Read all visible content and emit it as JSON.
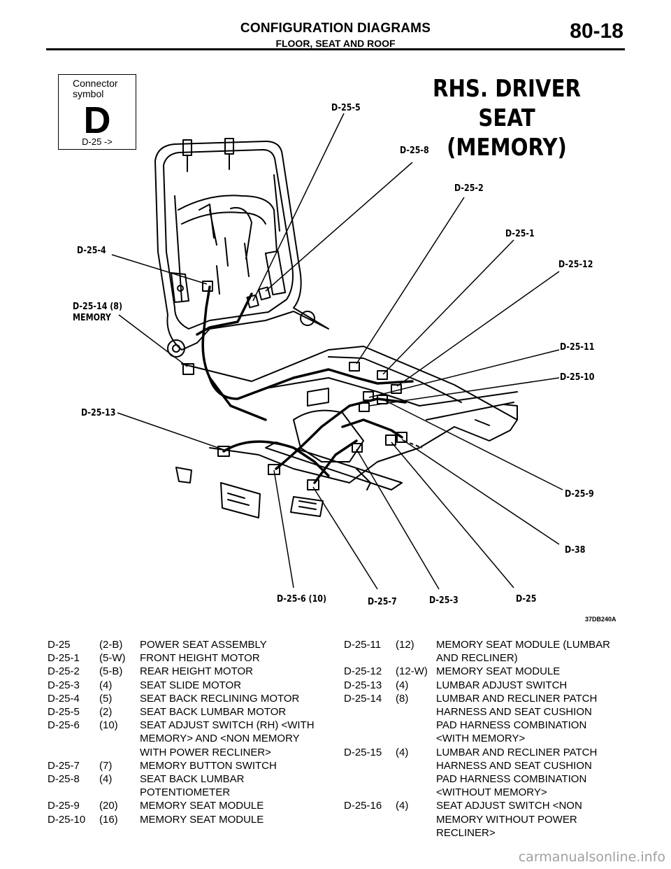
{
  "header": {
    "title": "CONFIGURATION DIAGRAMS",
    "subtitle": "FLOOR, SEAT AND ROOF",
    "page_number": "80-18"
  },
  "connector_box": {
    "label": "Connector\nsymbol",
    "letter": "D",
    "code": "D-25  ->"
  },
  "diagram": {
    "title_line1": "RHS. DRIVER SEAT",
    "title_line2": "(MEMORY)",
    "figure_code": "37DB240A",
    "callouts": [
      {
        "id": "d25-5",
        "text": "D-25-5"
      },
      {
        "id": "d25-8",
        "text": "D-25-8"
      },
      {
        "id": "d25-2",
        "text": "D-25-2"
      },
      {
        "id": "d25-1",
        "text": "D-25-1"
      },
      {
        "id": "d25-12",
        "text": "D-25-12"
      },
      {
        "id": "d25-4",
        "text": "D-25-4"
      },
      {
        "id": "d25-14",
        "text": "D-25-14 (8)\nMEMORY"
      },
      {
        "id": "d25-11",
        "text": "D-25-11"
      },
      {
        "id": "d25-10",
        "text": "D-25-10"
      },
      {
        "id": "d25-13",
        "text": "D-25-13"
      },
      {
        "id": "d25-9",
        "text": "D-25-9"
      },
      {
        "id": "d38",
        "text": "D-38"
      },
      {
        "id": "d25-6",
        "text": "D-25-6 (10)"
      },
      {
        "id": "d25-7",
        "text": "D-25-7"
      },
      {
        "id": "d25-3",
        "text": "D-25-3"
      },
      {
        "id": "d25",
        "text": "D-25"
      }
    ]
  },
  "legend_left": [
    {
      "code": "D-25",
      "spec": "(2-B)",
      "desc": "POWER SEAT ASSEMBLY"
    },
    {
      "code": "D-25-1",
      "spec": "(5-W)",
      "desc": "FRONT HEIGHT MOTOR"
    },
    {
      "code": "D-25-2",
      "spec": "(5-B)",
      "desc": "REAR HEIGHT MOTOR"
    },
    {
      "code": "D-25-3",
      "spec": "(4)",
      "desc": "SEAT SLIDE MOTOR"
    },
    {
      "code": "D-25-4",
      "spec": "(5)",
      "desc": "SEAT BACK RECLINING MOTOR"
    },
    {
      "code": "D-25-5",
      "spec": "(2)",
      "desc": "SEAT BACK LUMBAR MOTOR"
    },
    {
      "code": "D-25-6",
      "spec": "(10)",
      "desc": "SEAT ADJUST SWITCH (RH) <WITH\nMEMORY> AND <NON MEMORY\nWITH POWER RECLINER>"
    },
    {
      "code": "D-25-7",
      "spec": "(7)",
      "desc": "MEMORY BUTTON SWITCH"
    },
    {
      "code": "D-25-8",
      "spec": "(4)",
      "desc": "SEAT BACK LUMBAR\nPOTENTIOMETER"
    },
    {
      "code": "D-25-9",
      "spec": "(20)",
      "desc": "MEMORY SEAT MODULE"
    },
    {
      "code": "D-25-10",
      "spec": "(16)",
      "desc": "MEMORY SEAT MODULE"
    }
  ],
  "legend_right": [
    {
      "code": "D-25-11",
      "spec": "(12)",
      "desc": "MEMORY SEAT MODULE (LUMBAR\nAND RECLINER)"
    },
    {
      "code": "D-25-12",
      "spec": "(12-W)",
      "desc": "MEMORY SEAT MODULE"
    },
    {
      "code": "D-25-13",
      "spec": "(4)",
      "desc": "LUMBAR ADJUST SWITCH"
    },
    {
      "code": "D-25-14",
      "spec": "(8)",
      "desc": "LUMBAR AND RECLINER PATCH\nHARNESS AND SEAT CUSHION\nPAD HARNESS COMBINATION\n<WITH MEMORY>"
    },
    {
      "code": "D-25-15",
      "spec": "(4)",
      "desc": "LUMBAR AND RECLINER PATCH\nHARNESS AND SEAT CUSHION\nPAD HARNESS COMBINATION\n<WITHOUT MEMORY>"
    },
    {
      "code": "D-25-16",
      "spec": "(4)",
      "desc": "SEAT ADJUST SWITCH <NON\nMEMORY WITHOUT POWER\nRECLINER>"
    }
  ],
  "watermark": "carmanualsonline.info"
}
